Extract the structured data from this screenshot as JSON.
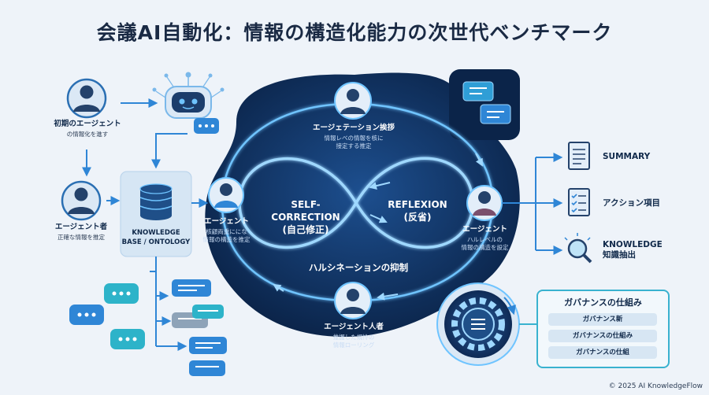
{
  "title": "会議AI自動化：情報の構造化能力の次世代ベンチマーク",
  "left": {
    "initial_agent": {
      "label": "初期のエージェント",
      "desc": "の情報化を進す"
    },
    "agent_person": {
      "label": "エージェント者",
      "desc": "正確な情報を推定"
    },
    "knowledge_base": {
      "line1": "KNOWLEDGE",
      "line2": "BASE / ONTOLOGY"
    }
  },
  "loop": {
    "top_agent": {
      "label": "エージェテーション挨拶",
      "desc1": "情報レベの情報を核に",
      "desc2": "接定する推定"
    },
    "left_agent": {
      "label": "エージェント",
      "desc1": "核顧両重ににな",
      "desc2": "情報の構造を推定"
    },
    "right_agent": {
      "label": "エージェント",
      "desc1": "ハルレベルの",
      "desc2": "情報の構造を設定"
    },
    "bottom_agent": {
      "label": "エージェント人者",
      "desc1": "推握した規怜の",
      "desc2": "情報ローリング"
    },
    "self_correction": {
      "line1": "SELF-CORRECTION",
      "line2": "(自己修正)"
    },
    "reflexion": {
      "line1": "REFLEXION",
      "line2": "(反省)"
    },
    "hallucination": "ハルシネーションの抑制"
  },
  "outputs": [
    {
      "label": "SUMMARY",
      "icon": "document-icon"
    },
    {
      "label": "アクション項目",
      "icon": "checklist-icon"
    },
    {
      "line1": "KNOWLEDGE",
      "line2": "知識抽出",
      "icon": "magnifier-icon"
    }
  ],
  "governance": {
    "title": "ガバナンスの仕組み",
    "items": [
      "ガバナンス新",
      "ガバナンスの仕組み",
      "ガバナンスの仕組"
    ]
  },
  "copyright": "© 2025 AI KnowledgeFlow",
  "colors": {
    "navy": "#0d2a55",
    "glow": "#6fc4ff",
    "accent": "#2f86d6",
    "teal": "#39b2cf"
  }
}
